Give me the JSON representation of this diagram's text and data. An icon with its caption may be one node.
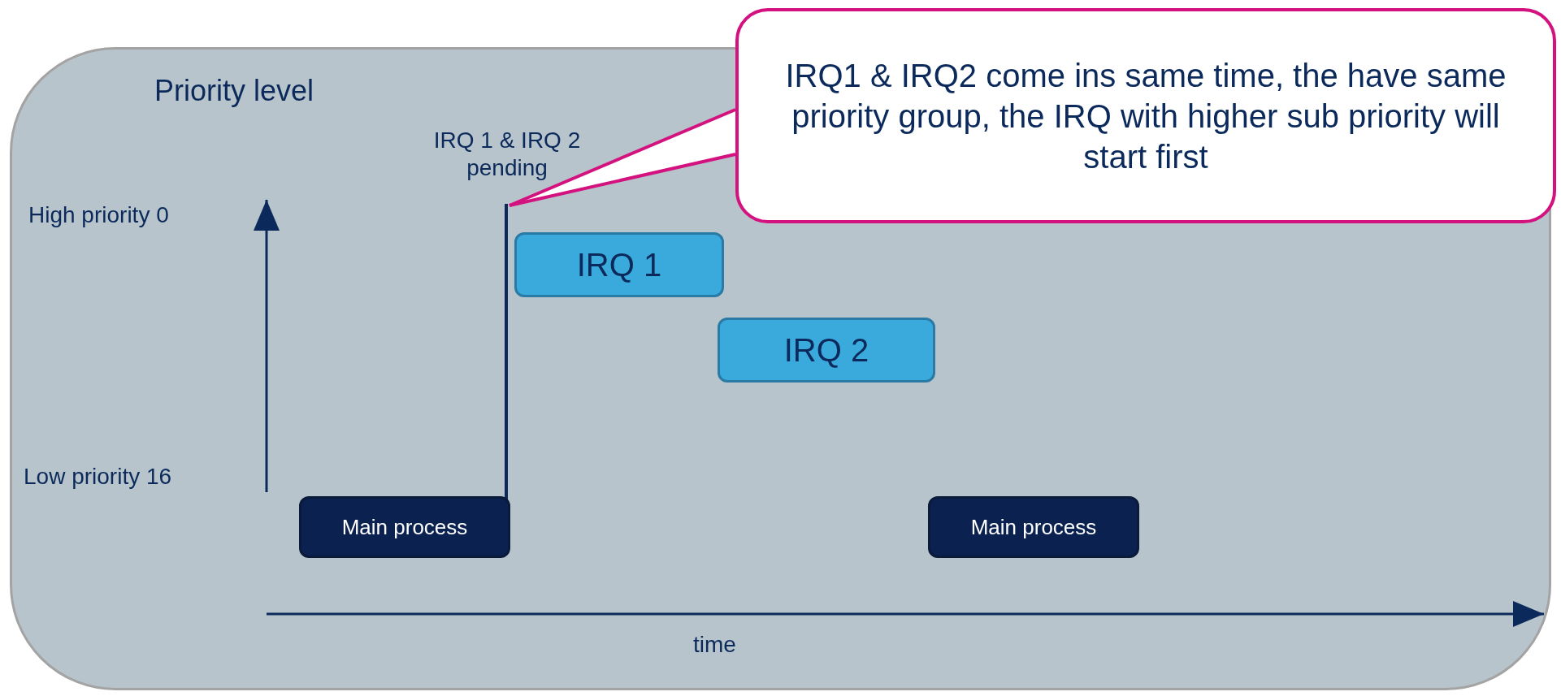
{
  "diagram": {
    "nodes": [
      {
        "text": [
          "Priority level"
        ]
      },
      {
        "text": [
          "IRQ1 & IRQ2 come ins same time, the have same priority group, the IRQ with higher sub priority will start first"
        ]
      },
      {
        "text": [],
        "shape": "bar",
        "beside": [
          "IRQ 1 & IRQ 2 pending"
        ],
        "in": 0
      },
      {
        "text": [
          "IRQ 1"
        ],
        "in": 0
      },
      {
        "text": [
          "IRQ 2"
        ],
        "in": 0
      },
      {
        "text": [
          "Main process"
        ],
        "in": 0
      },
      {
        "text": [
          "Main process"
        ],
        "in": 0
      }
    ],
    "edges": [
      {
        "from": 1,
        "to": 2,
        "arrow": "none"
      }
    ],
    "labels": [
      "High priority 0",
      "Low priority 16",
      "time"
    ]
  }
}
